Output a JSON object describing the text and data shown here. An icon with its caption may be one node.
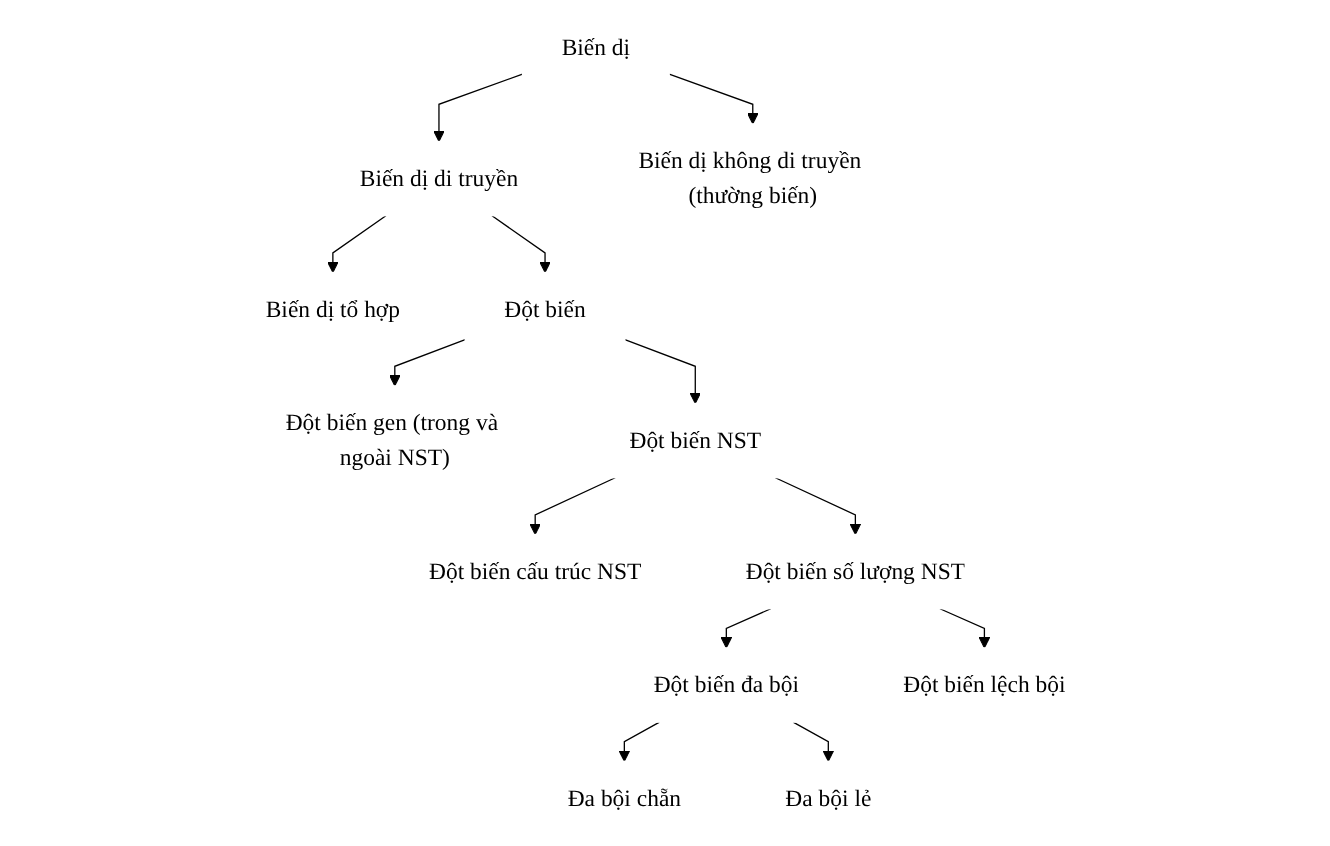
{
  "diagram": {
    "nodes": [
      {
        "text": [
          "Biến dị"
        ]
      },
      {
        "text": [
          "Biến dị di truyền"
        ]
      },
      {
        "text": [
          "Biến dị không di truyền (thường biến)"
        ]
      },
      {
        "text": [
          "Biến dị tổ hợp"
        ]
      },
      {
        "text": [
          "Đột biến"
        ]
      },
      {
        "text": [
          "Đột biến gen (trong và ngoài NST)"
        ]
      },
      {
        "text": [
          "Đột biến NST"
        ]
      },
      {
        "text": [
          "Đột biến cấu trúc NST"
        ]
      },
      {
        "text": [
          "Đột biến số lượng NST"
        ]
      },
      {
        "text": [
          "Đột biến đa bội"
        ]
      },
      {
        "text": [
          "Đột biến lệch bội"
        ]
      },
      {
        "text": [
          "Đa bội chẵn"
        ]
      },
      {
        "text": [
          "Đa bội lẻ"
        ]
      }
    ],
    "edges": [
      {
        "from": 0,
        "to": 1,
        "arrow": "to"
      },
      {
        "from": 0,
        "to": 2,
        "arrow": "to"
      },
      {
        "from": 1,
        "to": 3,
        "arrow": "to"
      },
      {
        "from": 1,
        "to": 4,
        "arrow": "to"
      },
      {
        "from": 4,
        "to": 5,
        "arrow": "to"
      },
      {
        "from": 4,
        "to": 6,
        "arrow": "to"
      },
      {
        "from": 6,
        "to": 7,
        "arrow": "to"
      },
      {
        "from": 6,
        "to": 8,
        "arrow": "to"
      },
      {
        "from": 8,
        "to": 9,
        "arrow": "to"
      },
      {
        "from": 8,
        "to": 10,
        "arrow": "to"
      },
      {
        "from": 9,
        "to": 11,
        "arrow": "to"
      },
      {
        "from": 9,
        "to": 12,
        "arrow": "to"
      }
    ]
  }
}
